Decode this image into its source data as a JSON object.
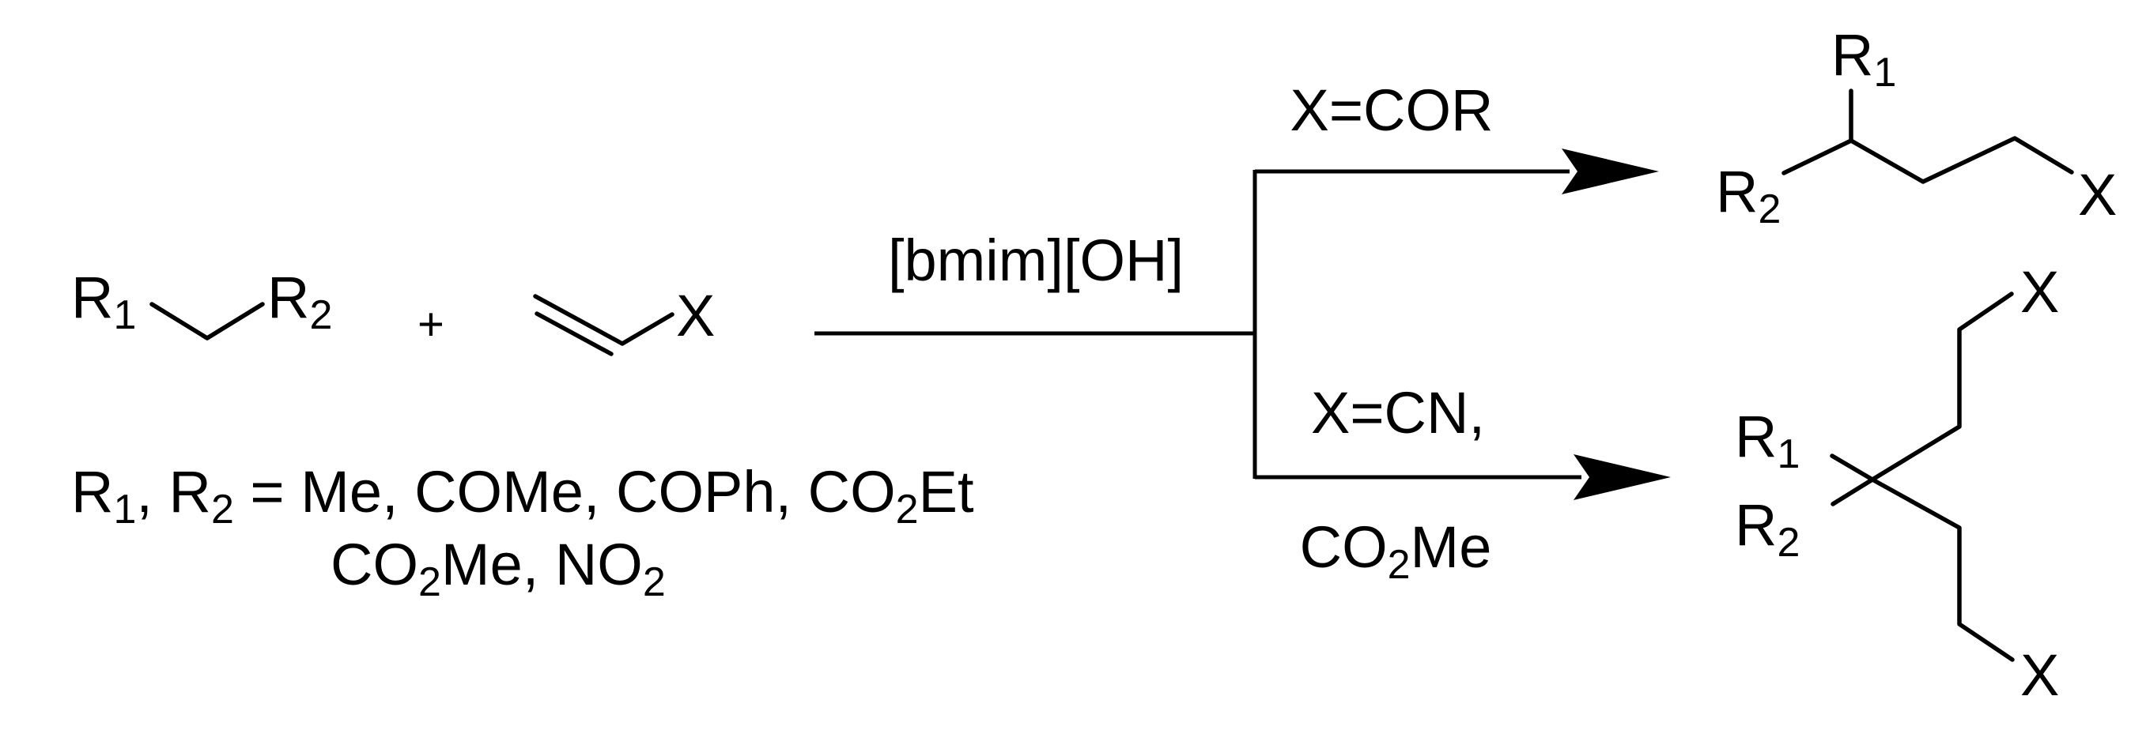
{
  "reactant1": {
    "r1": "R",
    "r1_sub": "1",
    "r2": "R",
    "r2_sub": "2"
  },
  "plus": "+",
  "reactant2": {
    "x": "X"
  },
  "substituents": {
    "line1_prefix_r": "R",
    "line1_r1_sub": "1",
    "line1_sep": ", R",
    "line1_r2_sub": "2",
    "line1_rest": " = Me, COMe, COPh, CO",
    "line1_co2_sub": "2",
    "line1_end": "Et",
    "line2_co": "CO",
    "line2_co2_sub": "2",
    "line2_mid": "Me, NO",
    "line2_no2_sub": "2"
  },
  "catalyst": "[bmim][OH]",
  "upper_condition": "X=COR",
  "lower_condition": {
    "line1": "X=CN,",
    "line2_co": "CO",
    "line2_sub": "2",
    "line2_end": "Me"
  },
  "product1": {
    "r1": "R",
    "r1_sub": "1",
    "r2": "R",
    "r2_sub": "2",
    "x": "X"
  },
  "product2": {
    "r1": "R",
    "r1_sub": "1",
    "r2": "R",
    "r2_sub": "2",
    "x_top": "X",
    "x_bottom": "X"
  }
}
